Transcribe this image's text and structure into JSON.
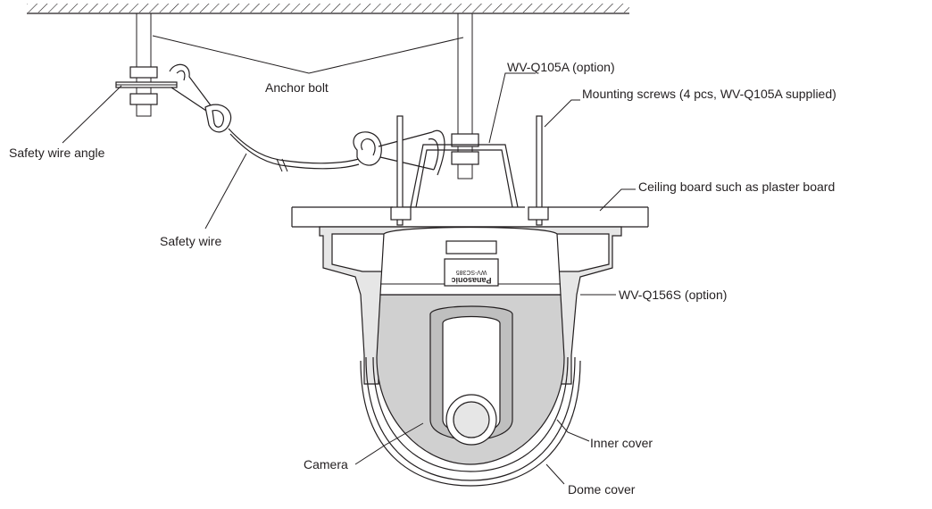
{
  "labels": {
    "anchor_bolt": "Anchor bolt",
    "wv_q105a": "WV-Q105A (option)",
    "mounting_screws": "Mounting screws (4 pcs, WV-Q105A supplied)",
    "safety_wire_angle": "Safety wire angle",
    "ceiling_board": "Ceiling board such as plaster board",
    "safety_wire": "Safety wire",
    "wv_q156s": "WV-Q156S (option)",
    "inner_cover": "Inner cover",
    "camera": "Camera",
    "dome_cover": "Dome cover"
  },
  "camera_markings": {
    "brand": "Panasonic",
    "model": "WV-SC385"
  }
}
